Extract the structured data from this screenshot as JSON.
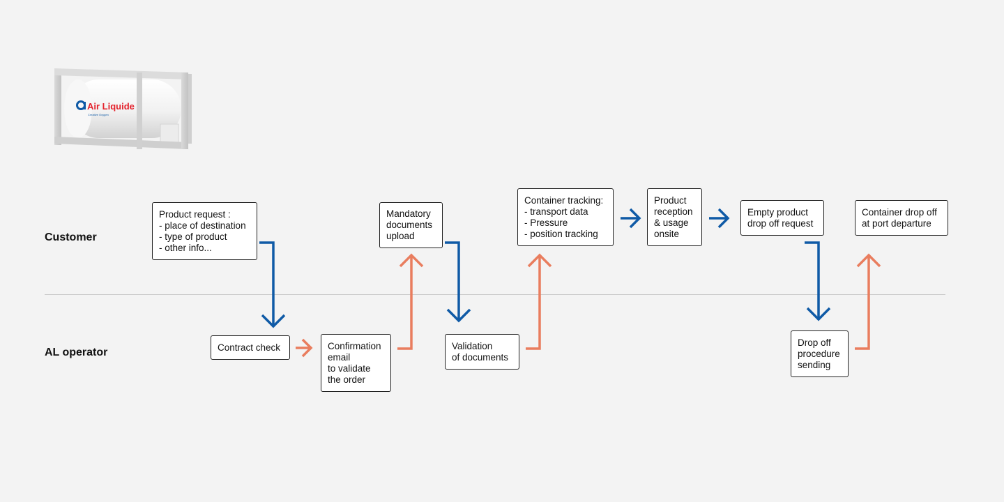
{
  "lanes": {
    "customer": "Customer",
    "operator": "AL operator"
  },
  "logo": {
    "brand": "Air Liquide",
    "tagline": "Creative Oxygen"
  },
  "steps": {
    "product_request": [
      "Product request :",
      "- place of destination",
      "- type of product",
      "- other info..."
    ],
    "contract_check": [
      "Contract check"
    ],
    "confirmation_email": [
      "Confirmation",
      "email",
      "to validate",
      "the order"
    ],
    "mandatory_documents": [
      "Mandatory",
      "documents",
      "upload"
    ],
    "validation_documents": [
      "Validation",
      "of documents"
    ],
    "container_tracking": [
      "Container tracking:",
      "- transport data",
      "- Pressure",
      "- position tracking"
    ],
    "product_reception": [
      "Product",
      "reception",
      "& usage",
      "onsite"
    ],
    "empty_dropoff_request": [
      "Empty product",
      "drop off request"
    ],
    "dropoff_procedure": [
      "Drop off",
      "procedure",
      "sending"
    ],
    "container_dropoff": [
      "Container drop off",
      "at port departure"
    ]
  },
  "colors": {
    "customer_arrow": "#0f5aa6",
    "operator_arrow": "#e97d5e"
  }
}
